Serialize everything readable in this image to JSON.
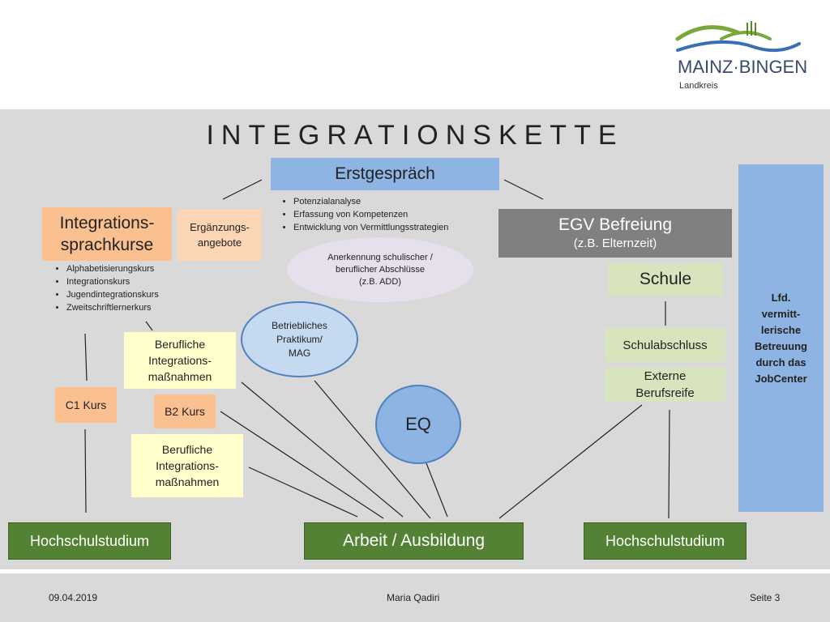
{
  "title": "INTEGRATIONSKETTE",
  "logo": {
    "name": "MAINZ·BINGEN",
    "sub": "Landkreis"
  },
  "nodes": {
    "erstgespraech": "Erstgespräch",
    "erstgespraech_bullets": [
      "Potenzialanalyse",
      "Erfassung von Kompetenzen",
      "Entwicklung von Vermittlungsstrategien"
    ],
    "integrationssprachkurse": {
      "line1": "Integrations-",
      "line2": "sprachkurse"
    },
    "sprachkurse_bullets": [
      "Alphabetisierungskurs",
      "Integrationskurs",
      "Jugendintegrationskurs",
      "Zweitschriftlernerkurs"
    ],
    "ergaenzungsangebote": {
      "line1": "Ergänzungs-",
      "line2": "angebote"
    },
    "anerkennung": {
      "line1": "Anerkennung schulischer /",
      "line2": "beruflicher Abschlüsse",
      "line3": "(z.B. ADD)"
    },
    "egv": {
      "line1": "EGV Befreiung",
      "line2": "(z.B. Elternzeit)"
    },
    "schule": "Schule",
    "schulabschluss": "Schulabschluss",
    "externe_berufsreife": {
      "line1": "Externe",
      "line2": "Berufsreife"
    },
    "lfd_betreuung": {
      "line1": "Lfd.",
      "line2": "vermitt-",
      "line3": "lerische",
      "line4": "Betreuung",
      "line5": "durch das",
      "line6": "JobCenter"
    },
    "betriebliches_praktikum": {
      "line1": "Betriebliches",
      "line2": "Praktikum/",
      "line3": "MAG"
    },
    "berufliche_1": {
      "line1": "Berufliche",
      "line2": "Integrations-",
      "line3": "maßnahmen"
    },
    "berufliche_2": {
      "line1": "Berufliche",
      "line2": "Integrations-",
      "line3": "maßnahmen"
    },
    "c1_kurs": "C1 Kurs",
    "b2_kurs": "B2 Kurs",
    "eq": "EQ",
    "hochschulstudium_left": "Hochschulstudium",
    "arbeit_ausbildung": "Arbeit / Ausbildung",
    "hochschulstudium_right": "Hochschulstudium"
  },
  "footer": {
    "date": "09.04.2019",
    "author": "Maria Qadiri",
    "page": "Seite 3"
  },
  "colors": {
    "blue": "#8eb4e3",
    "orange": "#fac090",
    "green": "#548235",
    "grey": "#808080",
    "lightgreen": "#d7e4bd",
    "yellow": "#ffffcc",
    "lavender": "#e6e0ec"
  }
}
